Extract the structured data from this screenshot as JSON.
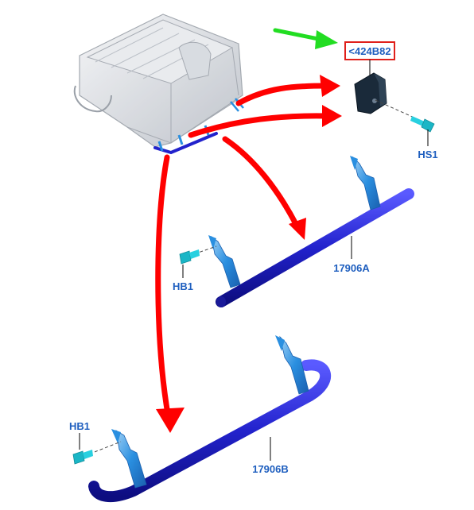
{
  "callouts": {
    "bracket_boxed": "<424B82",
    "screw_top": "HS1",
    "bolt_middle": "HB1",
    "step_bar_a": "17906A",
    "bolt_bottom": "HB1",
    "step_bar_b": "17906B"
  },
  "colors": {
    "pointer_arrow": "#ff0000",
    "highlight_arrow": "#22dd22",
    "tube": "#2222cc",
    "bracket": "#2a8fe0",
    "fastener": "#28d0e0",
    "callout_text": "#1f5fbf",
    "callout_box": "#e0201b",
    "truck_bed": "#c8ccd2"
  },
  "icons": {
    "truck_bed": "truck-bed-icon",
    "mount_bracket": "bracket-icon",
    "screw": "screw-icon",
    "bolt": "bolt-icon"
  }
}
